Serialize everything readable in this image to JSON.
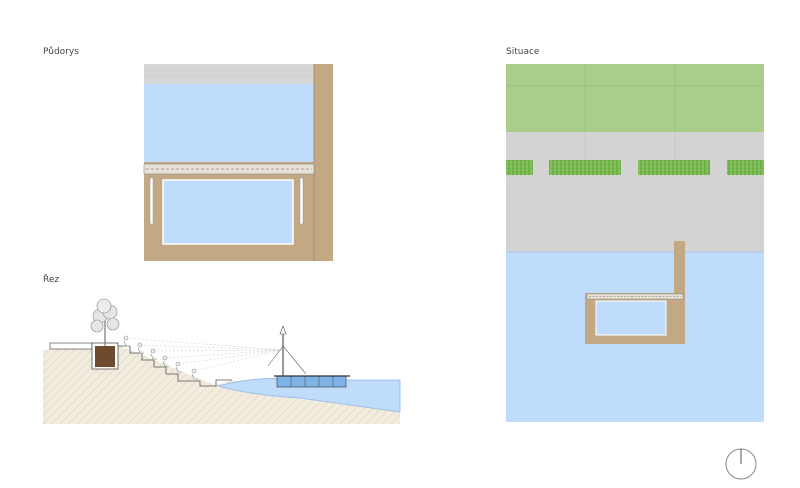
{
  "labels": {
    "plan": "Půdorys",
    "section": "Řez",
    "site": "Situace"
  },
  "colors": {
    "water": "#bfdcfd",
    "water_edge": "#8fb8e8",
    "wood": "#c3a884",
    "pavement": "#d3d3d3",
    "grass": "#a9cd8b",
    "hedge": "#77b84f",
    "soil": "#f2ecdf",
    "planter_soil": "#6e4a2e"
  },
  "icons": {
    "north_arrow": "north-arrow-icon",
    "tree": "tree-icon"
  }
}
